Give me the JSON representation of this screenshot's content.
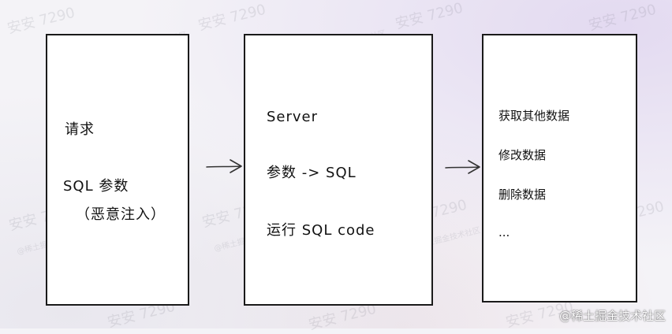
{
  "watermark": {
    "primary": "安安 7290",
    "secondary": "@稀土掘金技术社区"
  },
  "boxes": {
    "request": {
      "line1": "请求",
      "line2": "SQL 参数",
      "line3": "（恶意注入）"
    },
    "server": {
      "line1": "Server",
      "line2": "参数 -> SQL",
      "line3": "运行 SQL code"
    },
    "result": {
      "items": [
        "获取其他数据",
        "修改数据",
        "删除数据",
        "..."
      ]
    }
  },
  "credit": "@稀土掘金技术社区"
}
